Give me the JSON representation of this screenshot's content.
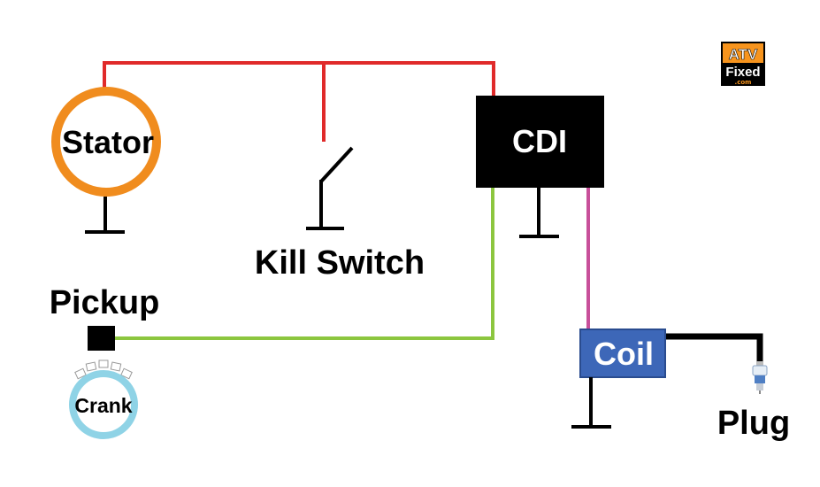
{
  "components": {
    "stator": {
      "label": "Stator"
    },
    "kill_switch": {
      "label": "Kill Switch"
    },
    "cdi": {
      "label": "CDI"
    },
    "pickup": {
      "label": "Pickup"
    },
    "crank": {
      "label": "Crank"
    },
    "coil": {
      "label": "Coil"
    },
    "plug": {
      "label": "Plug"
    }
  },
  "logo": {
    "line1": "ATV",
    "line2": "Fixed",
    "line3": ".com"
  },
  "colors": {
    "power_wire": "#e02a2a",
    "pickup_wire": "#8cc63f",
    "coil_wire": "#c8509a",
    "high_tension_wire": "#000000",
    "stator_ring": "#f08c1e",
    "crank_ring": "#8fd3e6",
    "cdi_box": "#000000",
    "coil_box": "#3d67b8",
    "logo_orange": "#f7941d"
  }
}
